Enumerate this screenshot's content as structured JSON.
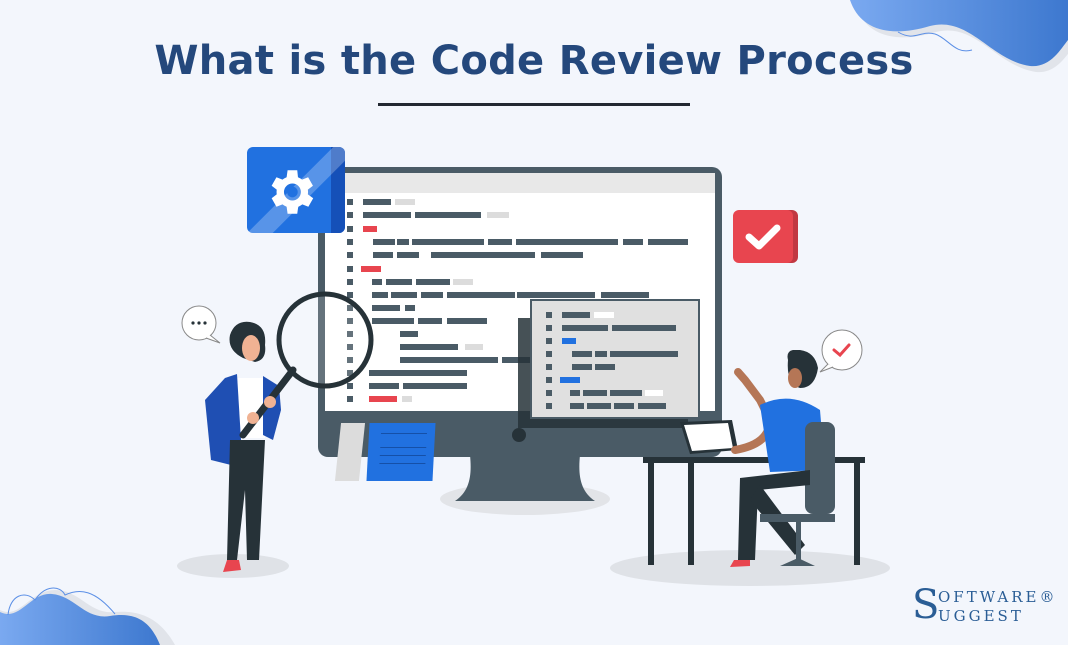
{
  "header": {
    "title": "What is the Code Review Process"
  },
  "brand": {
    "initial": "S",
    "line1": "OFTWARE®",
    "line2": "UGGEST"
  },
  "colors": {
    "background": "#f3f6fc",
    "title": "#24487c",
    "monitor": "#4a5b66",
    "accent_blue": "#2171e0",
    "accent_red": "#e8454f",
    "wave_blue": "#5b8fe6"
  },
  "illustration": {
    "icons": [
      "gear-icon",
      "checkbox-icon",
      "speech-bubble-ellipsis-icon",
      "speech-bubble-check-icon",
      "magnifier-icon"
    ],
    "speech_left": "...",
    "speech_right": "✓"
  }
}
